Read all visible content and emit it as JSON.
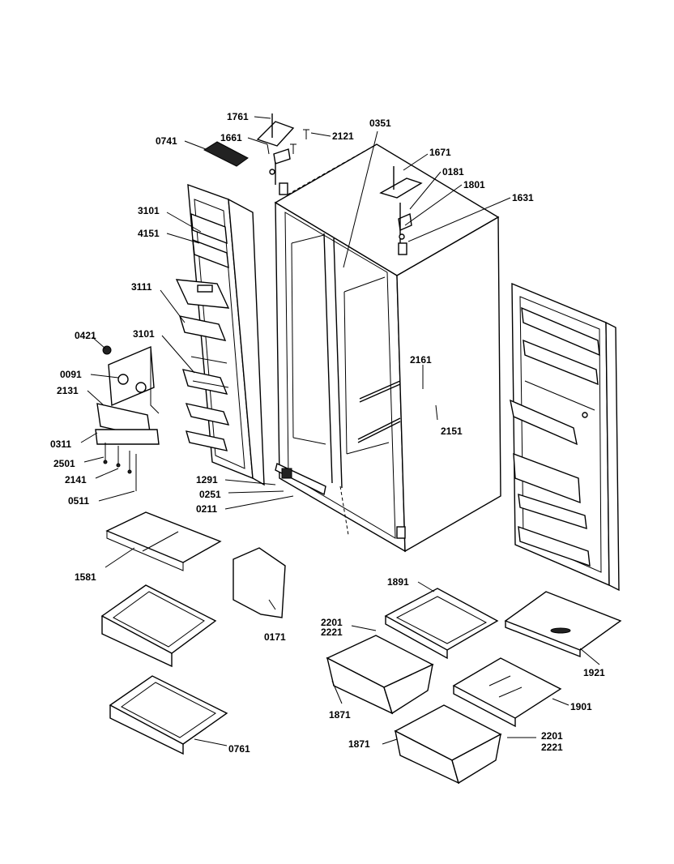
{
  "diagram": {
    "labels": [
      {
        "id": "l1761",
        "text": "1761"
      },
      {
        "id": "l2121",
        "text": "2121"
      },
      {
        "id": "l0741",
        "text": "0741"
      },
      {
        "id": "l1661",
        "text": "1661"
      },
      {
        "id": "l0351",
        "text": "0351"
      },
      {
        "id": "l1671",
        "text": "1671"
      },
      {
        "id": "l0181",
        "text": "0181"
      },
      {
        "id": "l1801",
        "text": "1801"
      },
      {
        "id": "l1631",
        "text": "1631"
      },
      {
        "id": "l3101a",
        "text": "3101"
      },
      {
        "id": "l4151",
        "text": "4151"
      },
      {
        "id": "l3111",
        "text": "3111"
      },
      {
        "id": "l0421",
        "text": "0421"
      },
      {
        "id": "l3101b",
        "text": "3101"
      },
      {
        "id": "l0091",
        "text": "0091"
      },
      {
        "id": "l2131",
        "text": "2131"
      },
      {
        "id": "l0311",
        "text": "0311"
      },
      {
        "id": "l2501",
        "text": "2501"
      },
      {
        "id": "l2141",
        "text": "2141"
      },
      {
        "id": "l0511",
        "text": "0511"
      },
      {
        "id": "l2161",
        "text": "2161"
      },
      {
        "id": "l2151",
        "text": "2151"
      },
      {
        "id": "l1291",
        "text": "1291"
      },
      {
        "id": "l0251",
        "text": "0251"
      },
      {
        "id": "l0211",
        "text": "0211"
      },
      {
        "id": "l1581",
        "text": "1581"
      },
      {
        "id": "l0171",
        "text": "0171"
      },
      {
        "id": "l1891",
        "text": "1891"
      },
      {
        "id": "l2201a",
        "text": "2201"
      },
      {
        "id": "l2221a",
        "text": "2221"
      },
      {
        "id": "l1921",
        "text": "1921"
      },
      {
        "id": "l1871a",
        "text": "1871"
      },
      {
        "id": "l1901",
        "text": "1901"
      },
      {
        "id": "l0761",
        "text": "0761"
      },
      {
        "id": "l1871b",
        "text": "1871"
      },
      {
        "id": "l2201b",
        "text": "2201"
      },
      {
        "id": "l2221b",
        "text": "2221"
      }
    ]
  }
}
